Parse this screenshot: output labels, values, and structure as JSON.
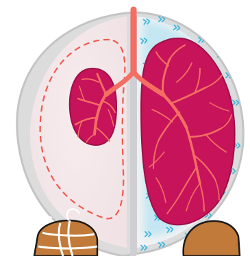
{
  "diagram": {
    "colors": {
      "background": "#ffffff",
      "chest_wall": "#dcdcdc",
      "chest_outline": "#c4c4c4",
      "left_cavity": "#f1e3e5",
      "left_cavity_glow": "#f7ecee",
      "right_cavity": "#f2f2f4",
      "air_leak": "#bfe6f2",
      "air_arrow": "#3fb6da",
      "mediastinum": "#cfcfd3",
      "lung_tissue": "#c6135a",
      "lung_outline": "#9e0f47",
      "airway": "#f46e63",
      "dashed_outline": "#f05a4f",
      "tube_fill": "#c17a39",
      "tube_stripe": "#ffffff",
      "outline": "#1a1a1a"
    },
    "icons": {
      "air_flow": "double-chevron-right-icon",
      "chest_tube": "tube-icon"
    },
    "structures": [
      "chest-wall",
      "mediastinum",
      "trachea",
      "collapsed-lung",
      "expanded-lung",
      "pleural-air-leak",
      "normal-lung-outline",
      "chest-tube-left",
      "chest-tube-right"
    ]
  }
}
